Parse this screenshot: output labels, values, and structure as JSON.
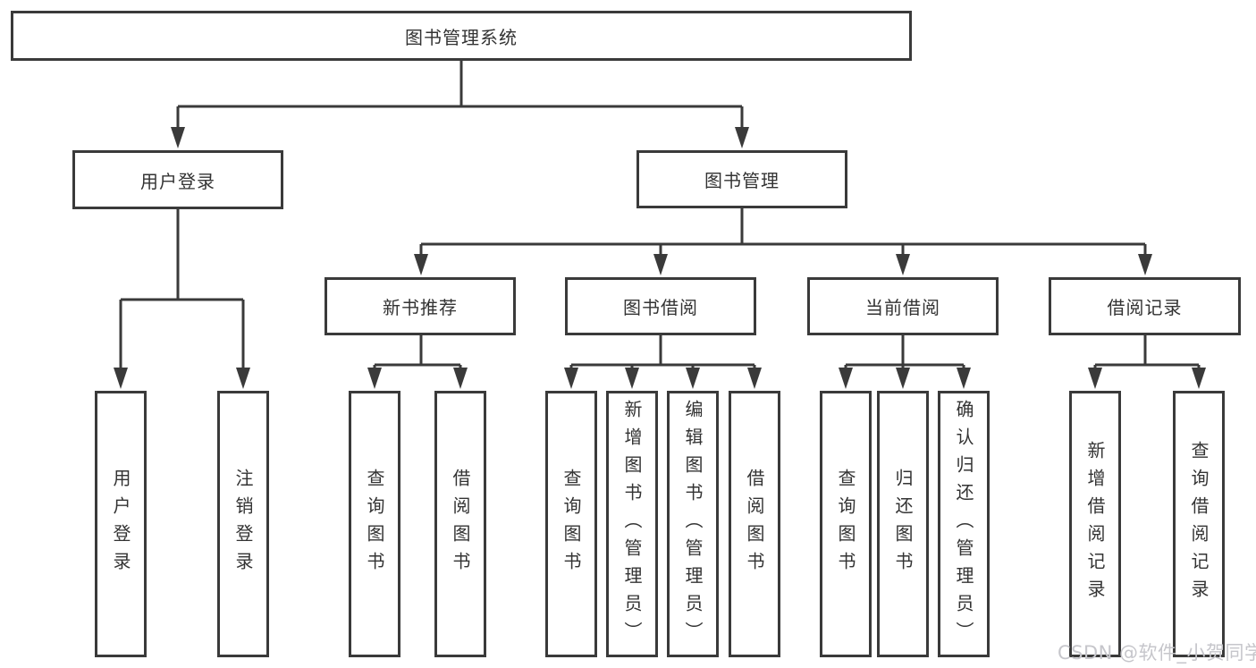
{
  "diagram_title": "图书管理系统",
  "colors": {
    "line": "#3a3a3a",
    "text": "#333333",
    "box_background": "#ffffff",
    "watermark": "#c6c6cb"
  },
  "nodes": {
    "root": {
      "label": "图书管理系统"
    },
    "user_login": {
      "label": "用户登录"
    },
    "book_management": {
      "label": "图书管理"
    },
    "new_book_recommend": {
      "label": "新书推荐"
    },
    "book_borrowing": {
      "label": "图书借阅"
    },
    "current_borrowing": {
      "label": "当前借阅"
    },
    "borrowing_records": {
      "label": "借阅记录"
    },
    "leaf_user_login": {
      "label": "用户登录"
    },
    "leaf_logout": {
      "label": "注销登录"
    },
    "leaf_query_books_recommend": {
      "label": "查询图书"
    },
    "leaf_borrow_books_recommend": {
      "label": "借阅图书"
    },
    "leaf_query_books_borrowing": {
      "label": "查询图书"
    },
    "leaf_add_books_admin": {
      "label": "新增图书（管理员）"
    },
    "leaf_edit_books_admin": {
      "label": "编辑图书（管理员）"
    },
    "leaf_borrow_books_borrowing": {
      "label": "借阅图书"
    },
    "leaf_query_books_current": {
      "label": "查询图书"
    },
    "leaf_return_books": {
      "label": "归还图书"
    },
    "leaf_confirm_return_admin": {
      "label": "确认归还（管理员）"
    },
    "leaf_add_borrow_record": {
      "label": "新增借阅记录"
    },
    "leaf_query_borrow_record": {
      "label": "查询借阅记录"
    }
  },
  "watermark": {
    "text": "CSDN @软件_小贺同学"
  }
}
